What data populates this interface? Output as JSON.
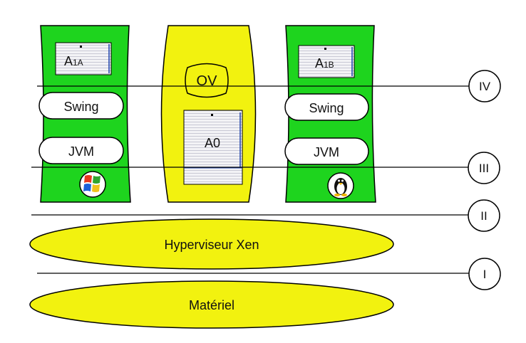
{
  "vm_left": {
    "app_label_main": "A",
    "app_label_sub": "1A",
    "swing_label": "Swing",
    "jvm_label": "JVM",
    "os_icon": "windows-logo-icon"
  },
  "vm_center": {
    "ov_label": "OV",
    "app_label": "A0"
  },
  "vm_right": {
    "app_label_main": "A",
    "app_label_sub": "1B",
    "swing_label": "Swing",
    "jvm_label": "JVM",
    "os_icon": "linux-penguin-icon"
  },
  "layers": {
    "hypervisor_label": "Hyperviseur Xen",
    "hardware_label": "Matériel"
  },
  "levels": [
    "IV",
    "III",
    "II",
    "I"
  ],
  "colors": {
    "vm_green": "#1ed41e",
    "yellow": "#f2f20f",
    "stroke": "#000000",
    "window_fill": "#f0f0f4",
    "window_edge": "#1a3fa8"
  }
}
